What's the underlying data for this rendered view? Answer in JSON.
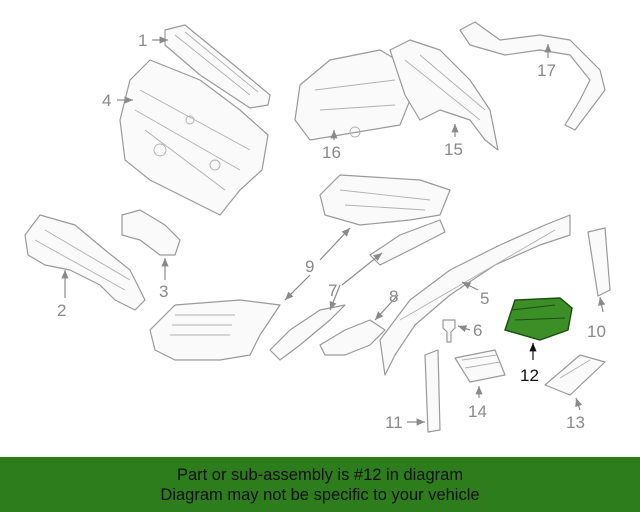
{
  "callouts": [
    "1",
    "2",
    "3",
    "4",
    "5",
    "6",
    "7",
    "8",
    "9",
    "10",
    "11",
    "12",
    "13",
    "14",
    "15",
    "16",
    "17"
  ],
  "highlight": {
    "part": "12",
    "color": "#2e7d1c"
  },
  "banner": {
    "line1": "Part or sub-assembly is #12 in diagram",
    "line2": "Diagram may not be specific to your vehicle"
  }
}
